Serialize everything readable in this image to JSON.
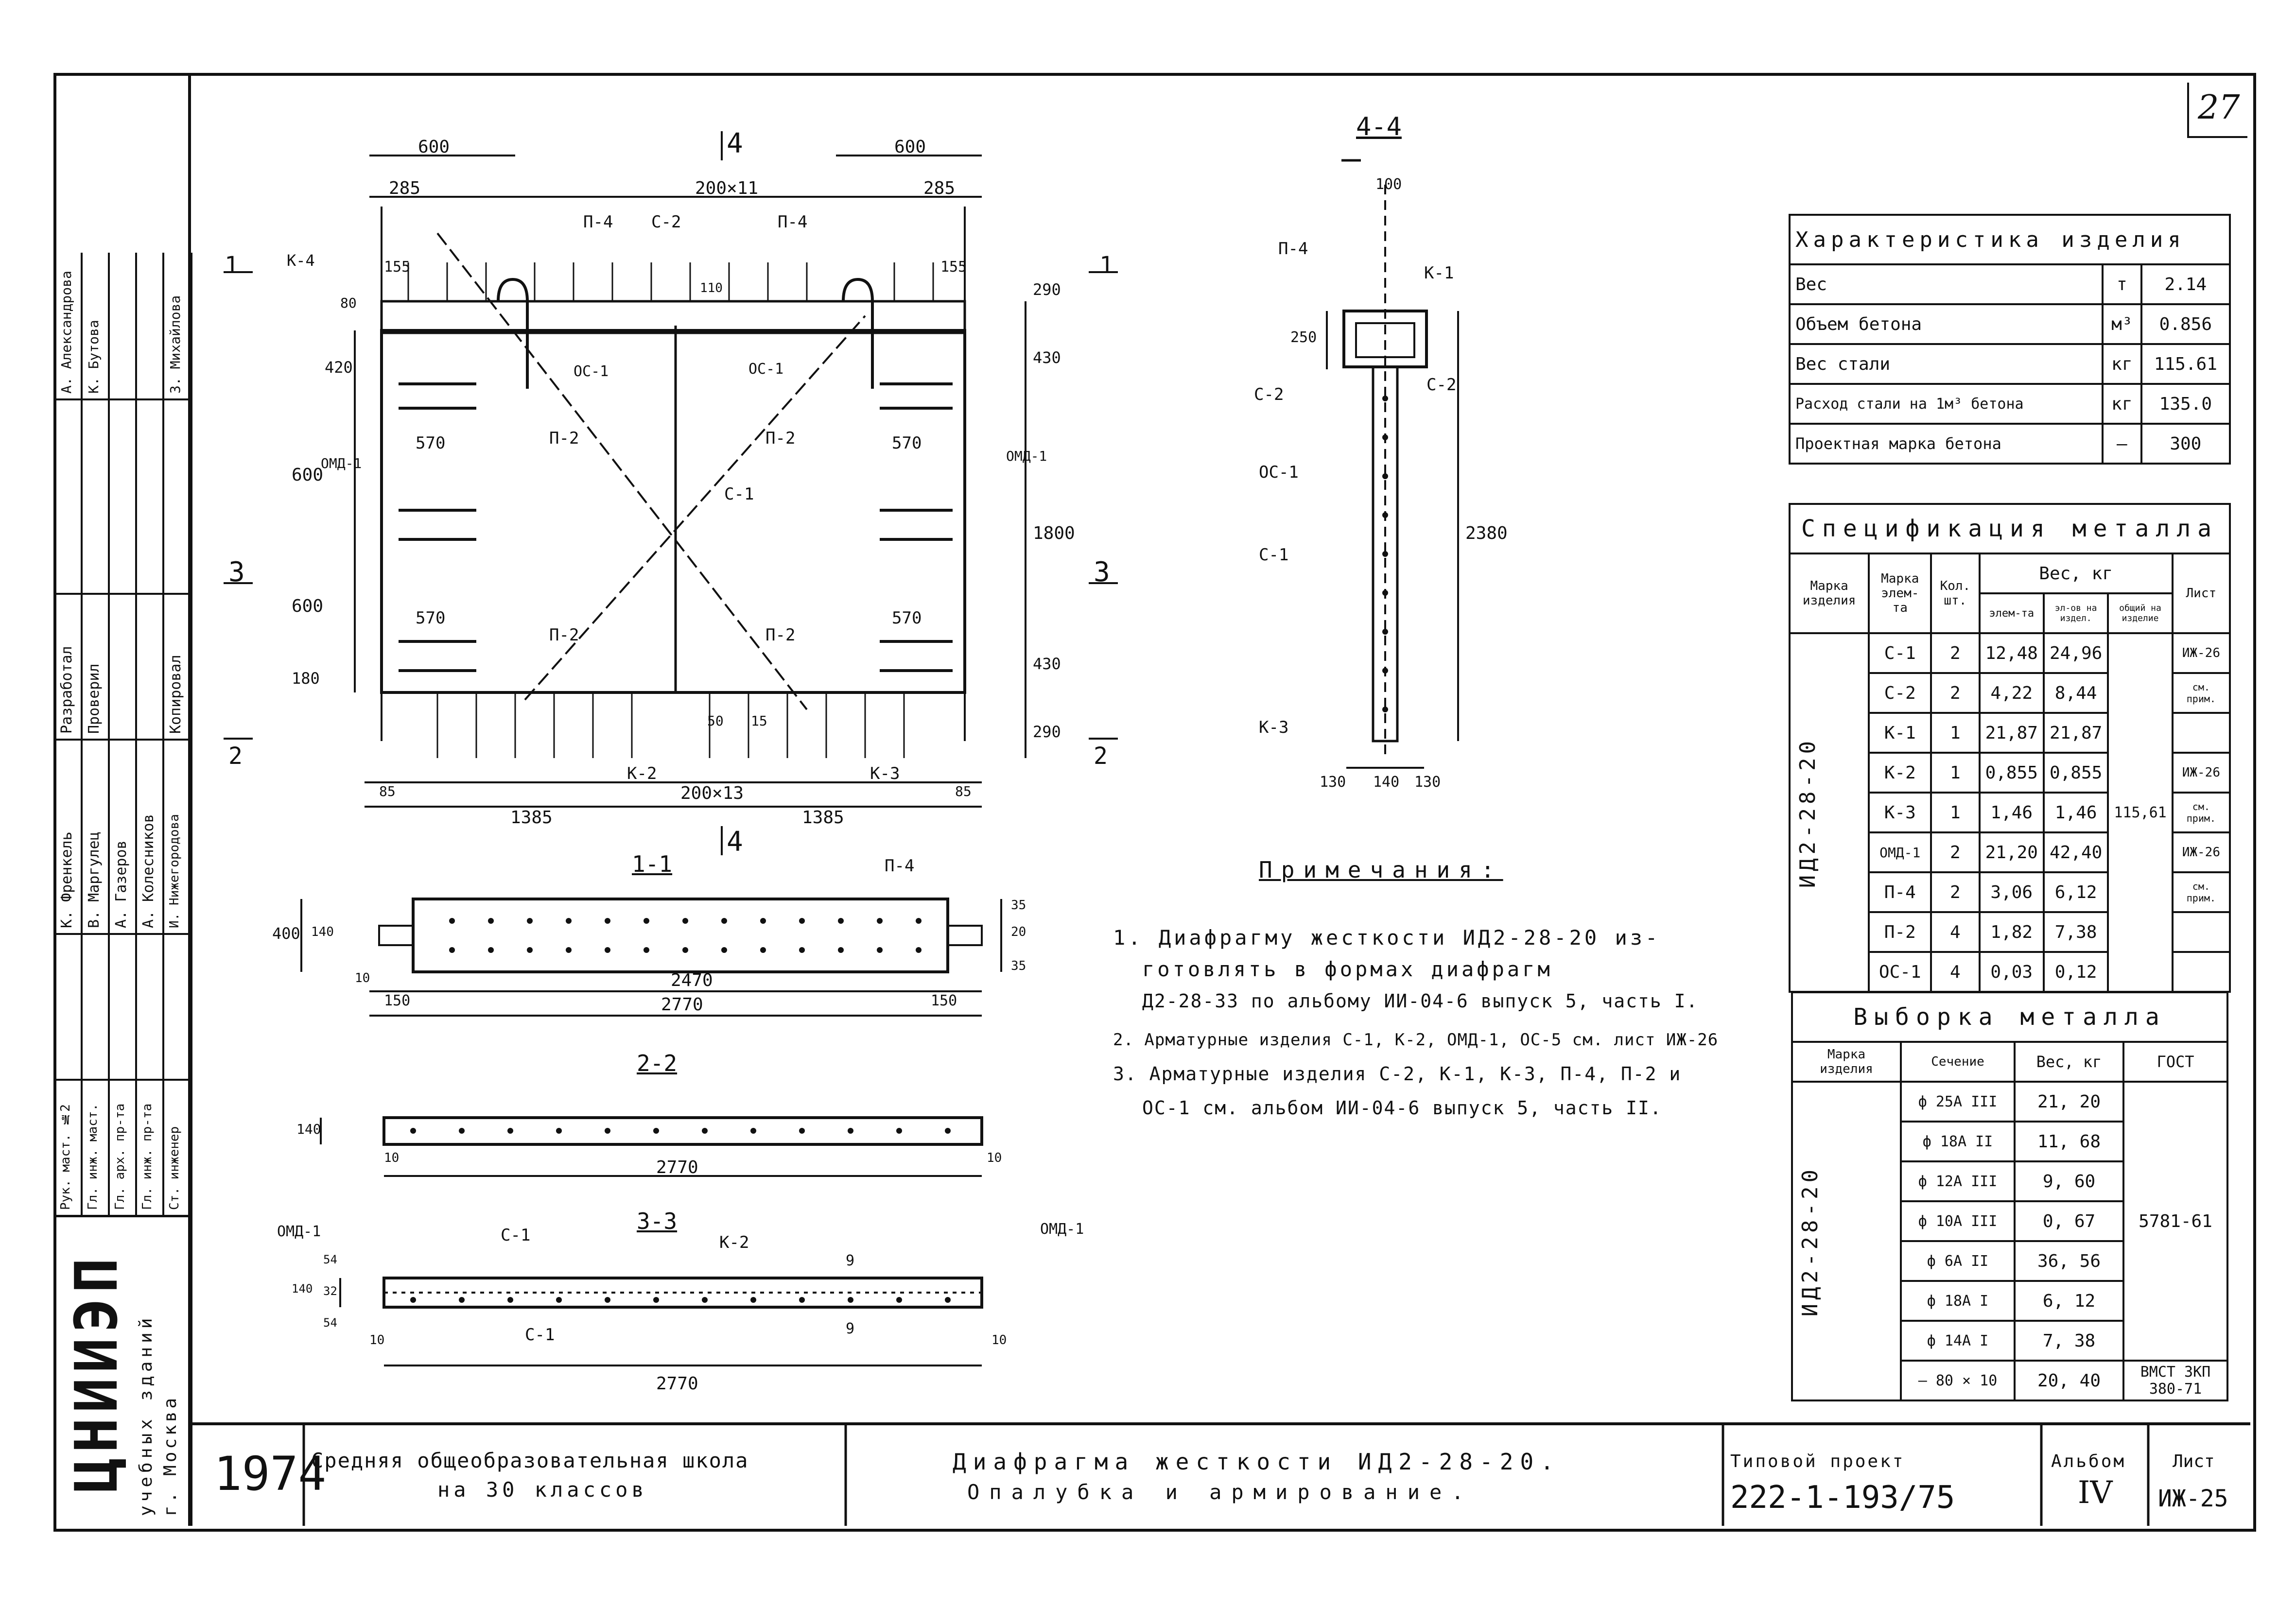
{
  "sheet": {
    "number": "27"
  },
  "drawing": {
    "sec4": "4",
    "sec1": "1",
    "sec2": "2",
    "sec3": "3",
    "dims_top": [
      "600",
      "600",
      "285",
      "200×11",
      "285",
      "155",
      "155",
      "290",
      "430",
      "420",
      "80",
      "110"
    ],
    "dims_left": [
      "600",
      "600",
      "180",
      "1800",
      "290",
      "430"
    ],
    "dims_bottom": [
      "85",
      "200×13",
      "85",
      "1385",
      "1385",
      "50",
      "15"
    ],
    "dims_mid": [
      "570",
      "570",
      "570",
      "570"
    ],
    "marks": {
      "k4": "К-4",
      "p4a": "П-4",
      "s2": "С-2",
      "p4b": "П-4",
      "oc1a": "ОС-1",
      "oc1b": "ОС-1",
      "p2a": "П-2",
      "p2b": "П-2",
      "p2c": "П-2",
      "p2d": "П-2",
      "s1": "С-1",
      "oma1a": "ОМД-1",
      "oma1b": "ОМД-1",
      "k2": "К-2",
      "k3": "К-3"
    },
    "sec44": {
      "title": "4-4",
      "d100": "100",
      "p4": "П-4",
      "k1": "К-1",
      "d250": "250",
      "s2a": "С-2",
      "s2b": "С-2",
      "oc1": "ОС-1",
      "s1": "С-1",
      "d2380": "2380",
      "k3": "К-3",
      "d130a": "130",
      "d140": "140",
      "d130b": "130"
    },
    "sec11": {
      "title": "1-1",
      "p4": "П-4",
      "d400": "400",
      "d140": "140",
      "d10": "10",
      "d150a": "150",
      "d2470": "2470",
      "d150b": "150",
      "d2770": "2770",
      "d35a": "35",
      "d20": "20",
      "d35b": "35"
    },
    "sec22": {
      "title": "2-2",
      "d140": "140",
      "d10a": "10",
      "d2770": "2770",
      "d10b": "10"
    },
    "sec33": {
      "title": "3-3",
      "oma1a": "ОМД-1",
      "s1a": "С-1",
      "k2": "К-2",
      "oma1b": "ОМД-1",
      "d54a": "54",
      "d140": "140",
      "d32": "32",
      "d54b": "54",
      "d9a": "9",
      "s1b": "С-1",
      "d9b": "9",
      "d10a": "10",
      "d10b": "10",
      "d2770": "2770"
    }
  },
  "characteristics": {
    "title": "Характеристика изделия",
    "rows": [
      {
        "name": "Вес",
        "unit": "т",
        "value": "2.14"
      },
      {
        "name": "Объем бетона",
        "unit": "м³",
        "value": "0.856"
      },
      {
        "name": "Вес стали",
        "unit": "кг",
        "value": "115.61"
      },
      {
        "name": "Расход стали на 1м³ бетона",
        "unit": "кг",
        "value": "135.0"
      },
      {
        "name": "Проектная марка бетона",
        "unit": "—",
        "value": "300"
      }
    ]
  },
  "specification": {
    "title": "Спецификация металла",
    "h_mark": "Марка изделия",
    "h_elem": "Марка элем-та",
    "h_qty": "Кол. шт.",
    "h_weight": "Вес, кг",
    "h_w1": "элем-та",
    "h_w2": "эл-ов на издел.",
    "h_w3": "общий на изделие",
    "h_sheet": "Лист",
    "product": "ИД2-28-20",
    "total": "115,61",
    "rows": [
      {
        "el": "С-1",
        "qty": "2",
        "w1": "12,48",
        "w2": "24,96",
        "sheet": "ИЖ-26"
      },
      {
        "el": "С-2",
        "qty": "2",
        "w1": "4,22",
        "w2": "8,44",
        "sheet": "см. прим."
      },
      {
        "el": "К-1",
        "qty": "1",
        "w1": "21,87",
        "w2": "21,87",
        "sheet": ""
      },
      {
        "el": "К-2",
        "qty": "1",
        "w1": "0,855",
        "w2": "0,855",
        "sheet": "ИЖ-26"
      },
      {
        "el": "К-3",
        "qty": "1",
        "w1": "1,46",
        "w2": "1,46",
        "sheet": "см. прим."
      },
      {
        "el": "ОМД-1",
        "qty": "2",
        "w1": "21,20",
        "w2": "42,40",
        "sheet": "ИЖ-26"
      },
      {
        "el": "П-4",
        "qty": "2",
        "w1": "3,06",
        "w2": "6,12",
        "sheet": "см. прим."
      },
      {
        "el": "П-2",
        "qty": "4",
        "w1": "1,82",
        "w2": "7,38",
        "sheet": ""
      },
      {
        "el": "ОС-1",
        "qty": "4",
        "w1": "0,03",
        "w2": "0,12",
        "sheet": ""
      }
    ]
  },
  "selection": {
    "title": "Выборка металла",
    "h_mark": "Марка изделия",
    "h_section": "Сечение",
    "h_weight": "Вес, кг",
    "h_gost": "ГОСТ",
    "product": "ИД2-28-20",
    "gost1": "5781-61",
    "gost2": "ВМСТ 3КП 380-71",
    "rows": [
      {
        "sec": "ф 25А III",
        "w": "21, 20"
      },
      {
        "sec": "ф 18А II",
        "w": "11, 68"
      },
      {
        "sec": "ф 12А III",
        "w": "9, 60"
      },
      {
        "sec": "ф 10А III",
        "w": "0, 67"
      },
      {
        "sec": "ф 6А II",
        "w": "36, 56"
      },
      {
        "sec": "ф 18А I",
        "w": "6, 12"
      },
      {
        "sec": "ф 14А I",
        "w": "7, 38"
      },
      {
        "sec": "— 80 × 10",
        "w": "20, 40"
      }
    ]
  },
  "notes": {
    "title": "Примечания:",
    "items": [
      "1. Диафрагму жесткости ИД2-28-20 из-",
      "готовлять в формах диафрагм",
      "Д2-28-33 по альбому ИИ-04-6 выпуск 5, часть I.",
      "2. Арматурные изделия С-1, К-2, ОМД-1, ОС-5 см. лист ИЖ-26",
      "3. Арматурные изделия С-2, К-1, К-3, П-4, П-2 и",
      "ОС-1 см. альбом ИИ-04-6 выпуск 5, часть II."
    ]
  },
  "left_stamp": {
    "roles": [
      "Рук. маст. №2",
      "Гл. инж. маст.",
      "Гл. арх. пр-та",
      "Гл. инж. пр-та",
      "Ст. инженер"
    ],
    "people": [
      "К. Френкель",
      "В. Маргулец",
      "А. Газеров",
      "А. Колесников",
      "И. Нижегородова"
    ],
    "roles2": [
      "Разработал",
      "Проверил",
      "",
      "",
      "Копировал"
    ],
    "people2": [
      "А. Александрова",
      "К. Бутова",
      "",
      "",
      "З. Михайлова"
    ],
    "org": "ЦНИИЭП",
    "org_sub": "учебных зданий",
    "city": "г. Москва"
  },
  "title_block": {
    "year": "1974",
    "object": "Средняя общеобразовательная школа",
    "object2": "на 30 классов",
    "title1": "Диафрагма жесткости ИД2-28-20.",
    "title2": "Опалубка и армирование.",
    "project_label": "Типовой проект",
    "project": "222-1-193/75",
    "album_label": "Альбом",
    "album": "IV",
    "sheet_label": "Лист",
    "sheet": "ИЖ-25"
  }
}
